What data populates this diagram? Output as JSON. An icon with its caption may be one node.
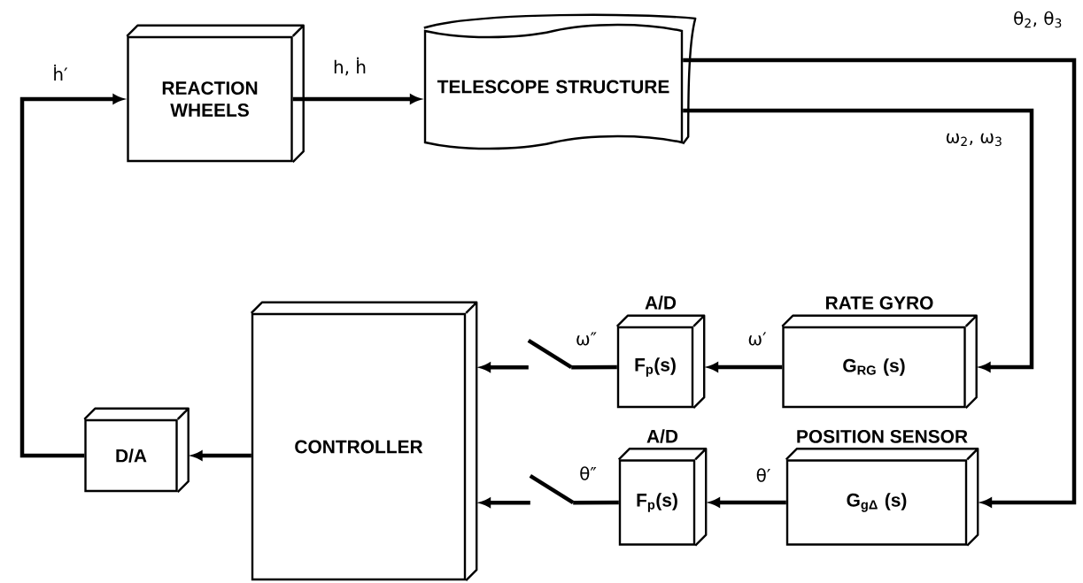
{
  "diagram": {
    "nodes": [
      {
        "text": [
          "REACTION WHEELS"
        ]
      },
      {
        "text": [
          "TELESCOPE STRUCTURE"
        ]
      },
      {
        "text": [
          "CONTROLLER"
        ]
      },
      {
        "text": [
          "D/A"
        ]
      },
      {
        "text": [
          "A/D",
          "F$_{p}$(s)"
        ]
      },
      {
        "text": [
          "A/D",
          "F$_{p}$(s)"
        ]
      },
      {
        "text": [
          "RATE GYRO",
          "G$_{RG}$ (s)"
        ]
      },
      {
        "text": [
          "POSITION SENSOR",
          "G$_{gΔ}$ (s)"
        ]
      },
      {
        "text": [],
        "shape": "switch"
      },
      {
        "text": [],
        "shape": "switch"
      }
    ],
    "edges": [
      {
        "from": 3,
        "to": 0,
        "arrow": "to",
        "label": "ḣ′"
      },
      {
        "from": 0,
        "to": 1,
        "arrow": "to",
        "label": "h, ḣ"
      },
      {
        "from": 1,
        "to": 6,
        "arrow": "to",
        "label": "ω$_{2}$, ω$_{3}$"
      },
      {
        "from": 1,
        "to": 7,
        "arrow": "to",
        "label": "θ$_{2}$, θ$_{3}$"
      },
      {
        "from": 6,
        "to": 4,
        "arrow": "to",
        "label": "ω′"
      },
      {
        "from": 7,
        "to": 5,
        "arrow": "to",
        "label": "θ′"
      },
      {
        "from": 4,
        "to": 8,
        "arrow": "none",
        "label": "ω″"
      },
      {
        "from": 8,
        "to": 2,
        "arrow": "to"
      },
      {
        "from": 5,
        "to": 9,
        "arrow": "none",
        "label": "θ″"
      },
      {
        "from": 9,
        "to": 2,
        "arrow": "to"
      },
      {
        "from": 2,
        "to": 3,
        "arrow": "to"
      }
    ]
  }
}
